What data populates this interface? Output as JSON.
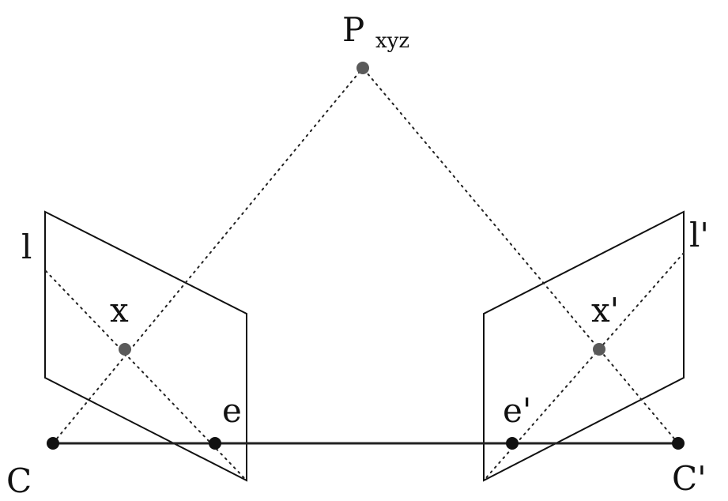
{
  "labels": {
    "point": "P",
    "point_sub": "xyz",
    "left_line": "l",
    "right_line": "l'",
    "left_image_point": "x",
    "right_image_point": "x'",
    "left_epipole": "e",
    "right_epipole": "e'",
    "left_camera": "C",
    "right_camera": "C'"
  },
  "colors": {
    "ink": "#111111",
    "image_point": "#5a5a5a",
    "baseline": "#222222"
  }
}
